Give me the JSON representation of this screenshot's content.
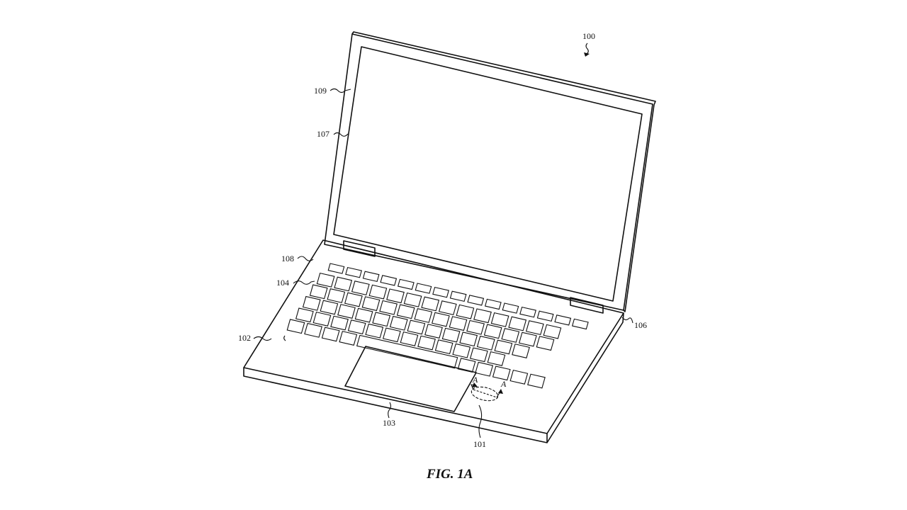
{
  "figure": {
    "caption": "FIG. 1A",
    "labels": {
      "device": "100",
      "display_housing": "109",
      "display": "107",
      "base_edge": "108",
      "keyboard": "104",
      "housing_surface": "102",
      "hinge": "106",
      "trackpad": "103",
      "input_region": "101",
      "section_a_left": "A",
      "section_a_right": "A"
    }
  }
}
